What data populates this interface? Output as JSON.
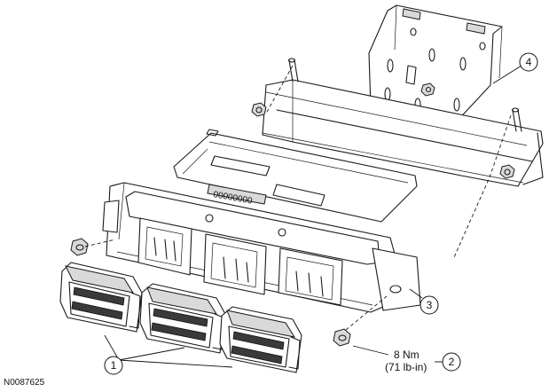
{
  "figure": {
    "reference_code": "N0087625",
    "callouts": [
      "1",
      "2",
      "3",
      "4"
    ],
    "torque_spec": {
      "line1": "8 Nm",
      "line2": "(71 lb-in)"
    },
    "module_label": "00000000"
  }
}
